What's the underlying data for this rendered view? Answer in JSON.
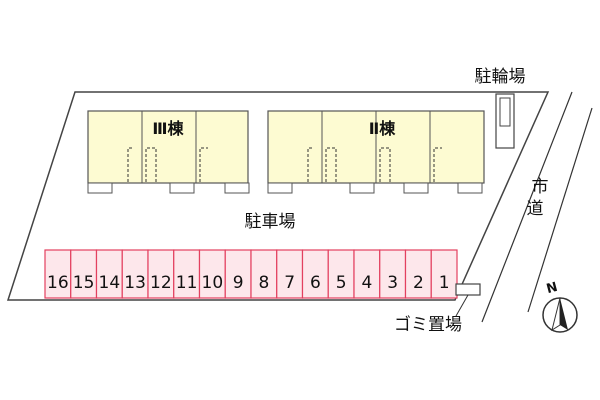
{
  "labels": {
    "bicycle_parking": "駐輪場",
    "building_3": "Ⅲ棟",
    "building_2": "Ⅱ棟",
    "parking_lot": "駐車場",
    "city_road": "市道",
    "garbage_area": "ゴミ置場",
    "north": "N"
  },
  "parking_spaces": [
    "16",
    "15",
    "14",
    "13",
    "12",
    "11",
    "10",
    "9",
    "8",
    "7",
    "6",
    "5",
    "4",
    "3",
    "2",
    "1"
  ],
  "colors": {
    "building_fill": "#fdfbd2",
    "parking_stroke": "#e3405f",
    "parking_fill": "#fde7eb",
    "lot_stroke": "#444444"
  }
}
